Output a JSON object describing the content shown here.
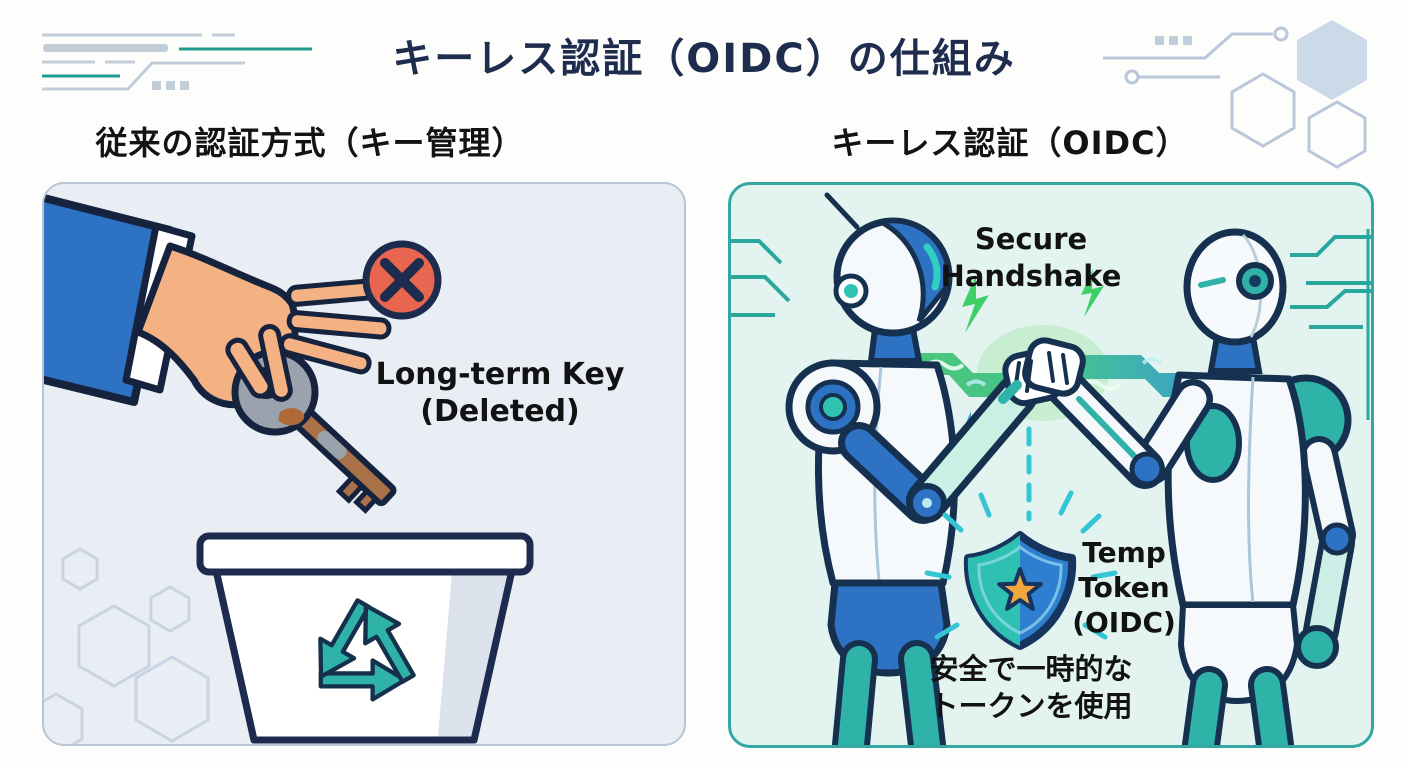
{
  "title": "キーレス認証（OIDC）の仕組み",
  "left_panel": {
    "heading": "従来の認証方式（キー管理）",
    "key_label": [
      "Long-term Key",
      "(Deleted)"
    ],
    "icons": [
      "hand-dropping-key-icon",
      "x-circle-icon",
      "recycle-bin-icon"
    ]
  },
  "right_panel": {
    "heading": "キーレス認証（OIDC）",
    "handshake_label": [
      "Secure",
      "Handshake"
    ],
    "token_label": [
      "Temp",
      "Token",
      "(OIDC)"
    ],
    "caption": [
      "安全で一時的な",
      "トークンを使用"
    ],
    "icons": [
      "robot-handshake-icon",
      "energy-link-icon",
      "token-shield-icon",
      "star-icon"
    ]
  },
  "colors": {
    "title_navy": "#1e2c4e",
    "outline_navy": "#1d2b4f",
    "left_panel_bg": "#e9eef5",
    "left_panel_border": "#b9c4d4",
    "right_panel_bg": "#e3f4f0",
    "right_panel_border": "#35a7a3",
    "error_red": "#e8654f",
    "teal": "#2fb3a8",
    "blue": "#2e72c4",
    "energy_green": "#45c56b",
    "cyan": "#35c4d4",
    "star_orange": "#f2a73d",
    "deco_gray": "#c2cdda",
    "deco_teal": "#1f9e8e",
    "key_gray": "#9aa3ad",
    "rust_brown": "#ad6a38",
    "skin": "#f4b183"
  }
}
